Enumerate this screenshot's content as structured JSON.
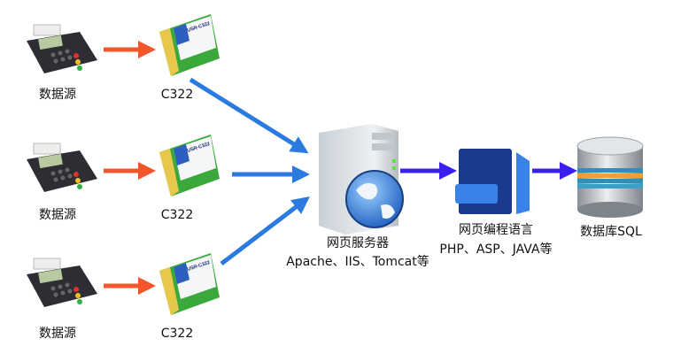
{
  "sources": [
    {
      "label": "数据源",
      "module": "C322"
    },
    {
      "label": "数据源",
      "module": "C322"
    },
    {
      "label": "数据源",
      "module": "C322"
    }
  ],
  "module_chip_text": "USR-C322",
  "server": {
    "title": "网页服务器",
    "subtitle": "Apache、IIS、Tomcat等"
  },
  "language": {
    "title": "网页编程语言",
    "subtitle": "PHP、ASP、JAVA等"
  },
  "database": {
    "title": "数据库SQL"
  },
  "colors": {
    "orange_arrow": "#f0562a",
    "blue_arrow": "#2a7ae0",
    "purple_arrow": "#3a1ff0",
    "doc_dark": "#1a3a8c",
    "doc_light": "#3b82e8"
  },
  "icons": [
    "pos-terminal-icon",
    "wifi-module-icon",
    "server-icon",
    "globe-icon",
    "document-icon",
    "database-icon"
  ]
}
